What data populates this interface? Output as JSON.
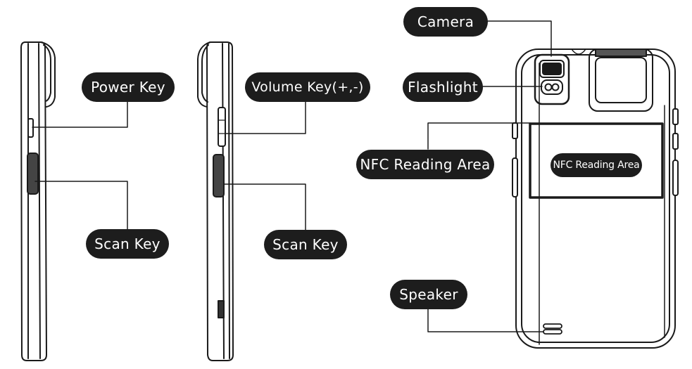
{
  "labels": {
    "power_key": "Power Key",
    "scan_key_left": "Scan Key",
    "volume_key": "Volume Key(+,-)",
    "scan_key_middle": "Scan Key",
    "camera": "Camera",
    "flashlight": "Flashlight",
    "nfc_reading_area": "NFC Reading Area",
    "nfc_reading_area_inner": "NFC Reading Area",
    "speaker": "Speaker"
  },
  "colors": {
    "label_background": "#1d1d1d",
    "label_text": "#ffffff",
    "line_art": "#1a1a1a"
  }
}
